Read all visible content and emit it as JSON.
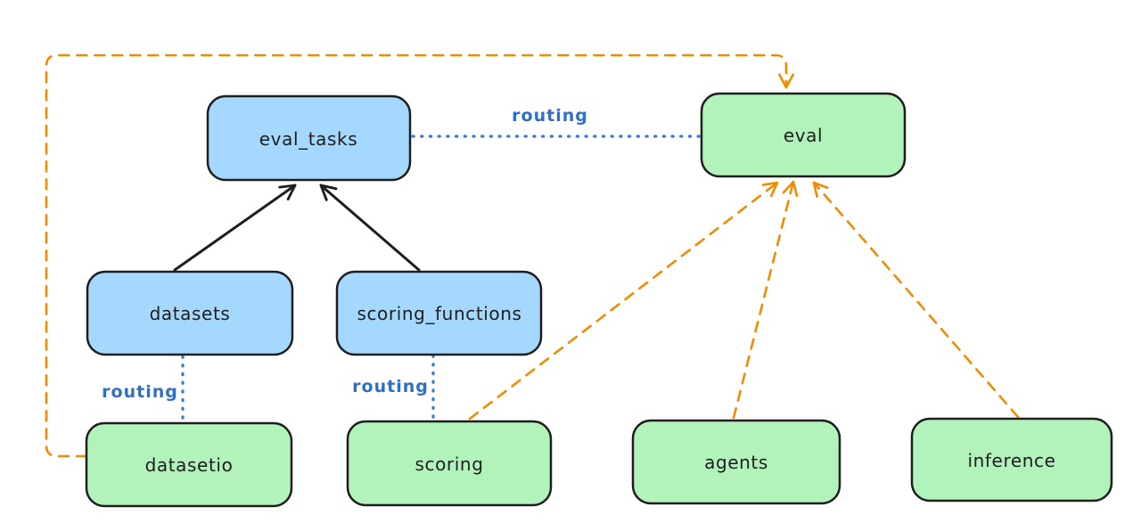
{
  "diagram": {
    "kind": "hand-drawn architecture diagram",
    "background": "#ffffff",
    "colors": {
      "node_stroke": "#1e1e1e",
      "blue_node_fill": "#a5d8ff",
      "green_node_fill": "#b2f2bb",
      "orange_edge": "#f08c00",
      "blue_edge": "#3b78d8",
      "black_edge": "#1e1e1e",
      "routing_label_text": "#2e6fc7",
      "node_label_text": "#1e1e1e"
    },
    "nodes": [
      {
        "id": "eval_tasks",
        "label": "eval_tasks",
        "fill": "blue"
      },
      {
        "id": "eval",
        "label": "eval",
        "fill": "green"
      },
      {
        "id": "datasets",
        "label": "datasets",
        "fill": "blue"
      },
      {
        "id": "scoring_functions",
        "label": "scoring_functions",
        "fill": "blue"
      },
      {
        "id": "datasetio",
        "label": "datasetio",
        "fill": "green"
      },
      {
        "id": "scoring",
        "label": "scoring",
        "fill": "green"
      },
      {
        "id": "agents",
        "label": "agents",
        "fill": "green"
      },
      {
        "id": "inference",
        "label": "inference",
        "fill": "green"
      }
    ],
    "edges": [
      {
        "from": "datasets",
        "to": "eval_tasks",
        "style": "solid",
        "color": "black",
        "arrow": true,
        "label": ""
      },
      {
        "from": "scoring_functions",
        "to": "eval_tasks",
        "style": "solid",
        "color": "black",
        "arrow": true,
        "label": ""
      },
      {
        "from": "eval_tasks",
        "to": "eval",
        "style": "dotted",
        "color": "blue",
        "arrow": false,
        "label": "routing"
      },
      {
        "from": "datasets",
        "to": "datasetio",
        "style": "dotted",
        "color": "blue",
        "arrow": false,
        "label": "routing"
      },
      {
        "from": "scoring_functions",
        "to": "scoring",
        "style": "dotted",
        "color": "blue",
        "arrow": false,
        "label": "routing"
      },
      {
        "from": "datasetio",
        "to": "eval",
        "style": "dashed",
        "color": "orange",
        "arrow": true,
        "label": "",
        "route": "around-left-and-top"
      },
      {
        "from": "scoring",
        "to": "eval",
        "style": "dashed",
        "color": "orange",
        "arrow": true,
        "label": ""
      },
      {
        "from": "agents",
        "to": "eval",
        "style": "dashed",
        "color": "orange",
        "arrow": true,
        "label": ""
      },
      {
        "from": "inference",
        "to": "eval",
        "style": "dashed",
        "color": "orange",
        "arrow": true,
        "label": ""
      }
    ]
  }
}
